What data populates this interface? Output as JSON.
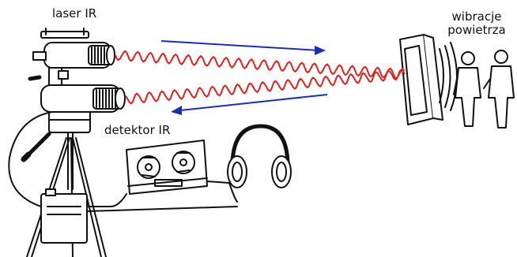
{
  "labels": {
    "laser": "laser IR",
    "detector": "detektor IR",
    "vibration_line1": "wibracje",
    "vibration_line2": "powietrza"
  },
  "colors": {
    "beam": "#e02020",
    "arrow": "#1a2fb0",
    "ink": "#111111",
    "fill": "#ffffff"
  },
  "icons": [
    "laser-emitter-icon",
    "ir-detector-icon",
    "tripod-icon",
    "tape-recorder-icon",
    "headphones-icon",
    "window-icon",
    "speaking-people-icon",
    "sound-wave-icon"
  ]
}
